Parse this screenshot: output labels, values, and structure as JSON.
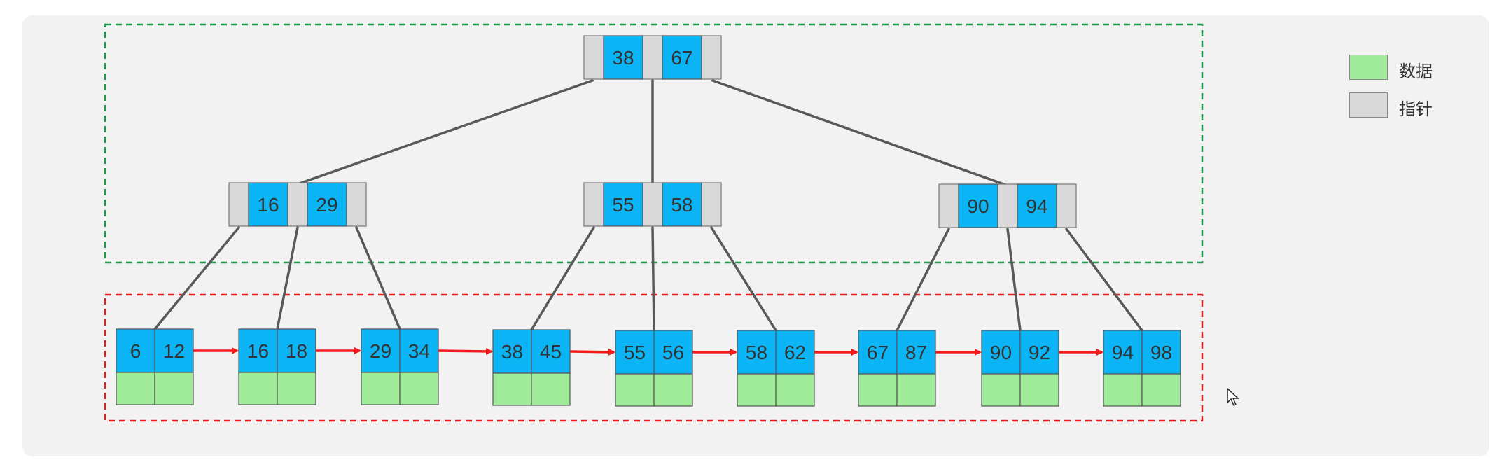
{
  "colors": {
    "key": "#0bb5f5",
    "pointer": "#d9d9d9",
    "data": "#a0eb9a",
    "edge": "#595959",
    "leaf_link": "#f21c1c",
    "internal_region": "#1a9a4a",
    "leaf_region": "#e02020",
    "panel": "#f2f2f2"
  },
  "tree": {
    "root": {
      "keys": [
        "38",
        "67"
      ]
    },
    "internal": [
      {
        "keys": [
          "16",
          "29"
        ]
      },
      {
        "keys": [
          "55",
          "58"
        ]
      },
      {
        "keys": [
          "90",
          "94"
        ]
      }
    ],
    "leaves": [
      {
        "keys": [
          "6",
          "12"
        ]
      },
      {
        "keys": [
          "16",
          "18"
        ]
      },
      {
        "keys": [
          "29",
          "34"
        ]
      },
      {
        "keys": [
          "38",
          "45"
        ]
      },
      {
        "keys": [
          "55",
          "56"
        ]
      },
      {
        "keys": [
          "58",
          "62"
        ]
      },
      {
        "keys": [
          "67",
          "87"
        ]
      },
      {
        "keys": [
          "90",
          "92"
        ]
      },
      {
        "keys": [
          "94",
          "98"
        ]
      }
    ]
  },
  "legend": {
    "data_label": "数据",
    "pointer_label": "指针"
  },
  "icons": {
    "cursor": "mouse-pointer-icon"
  }
}
